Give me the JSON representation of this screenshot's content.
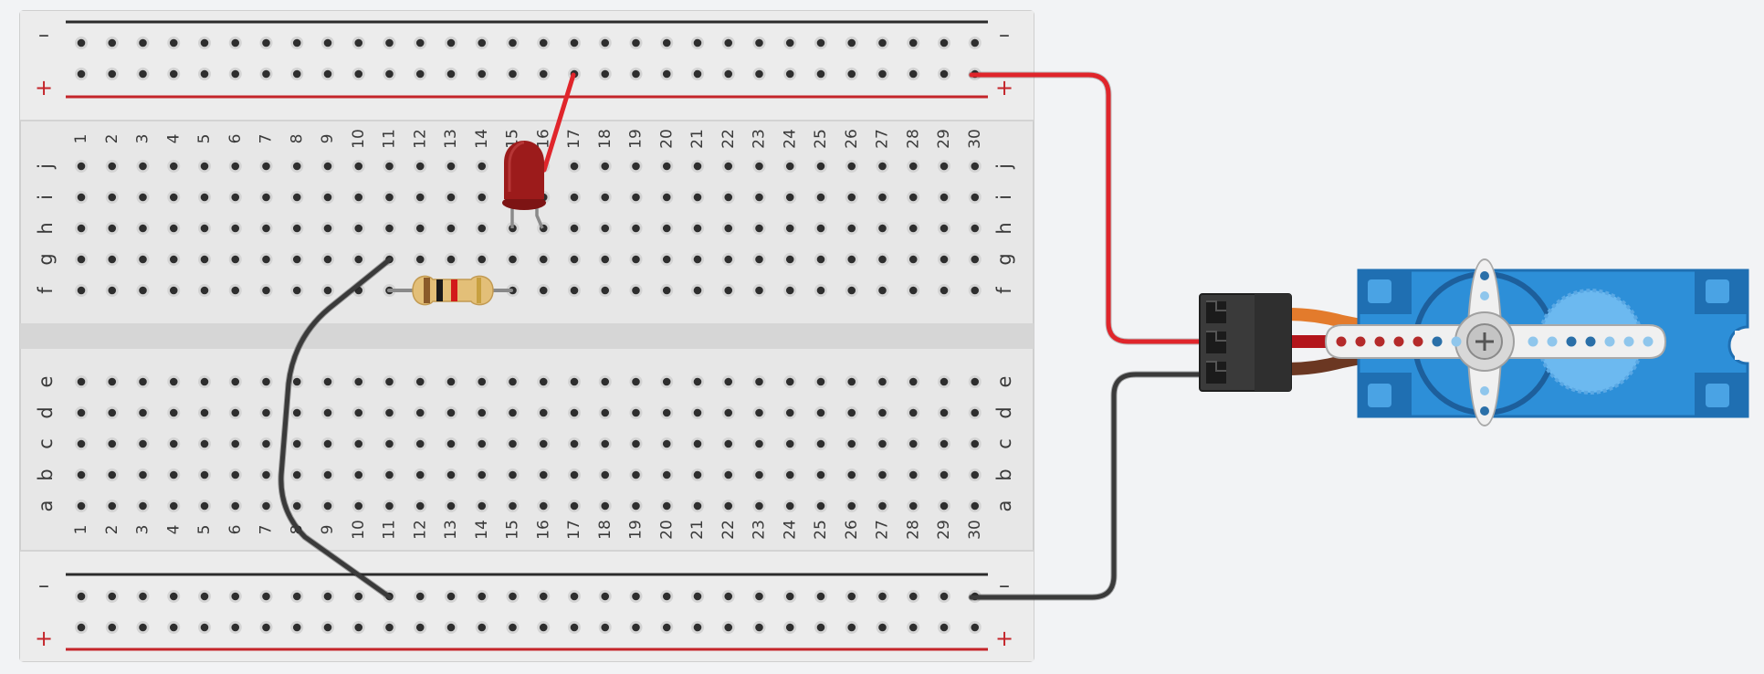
{
  "breadboard": {
    "columns": [
      "1",
      "2",
      "3",
      "4",
      "5",
      "6",
      "7",
      "8",
      "9",
      "10",
      "11",
      "12",
      "13",
      "14",
      "15",
      "16",
      "17",
      "18",
      "19",
      "20",
      "21",
      "22",
      "23",
      "24",
      "25",
      "26",
      "27",
      "28",
      "29",
      "30"
    ],
    "top_rows": [
      "j",
      "i",
      "h",
      "g",
      "f"
    ],
    "bottom_rows": [
      "e",
      "d",
      "c",
      "b",
      "a"
    ],
    "rail_minus": "–",
    "rail_plus": "+"
  },
  "components": {
    "led": {
      "color": "red"
    },
    "resistor": {
      "bands": [
        "#1a1a1a",
        "#d21a1a",
        "#c8a040"
      ]
    },
    "servo": {
      "connector": "3-pin",
      "lead_colors": [
        "#e37b2c",
        "#b3151b",
        "#6b3722"
      ],
      "arm_holes_left": [
        "#b42a2a",
        "#b42a2a",
        "#b42a2a",
        "#b42a2a",
        "#b42a2a",
        "#2a6fa8",
        "#8fc6ec"
      ],
      "arm_holes_right": [
        "#8fc6ec",
        "#8fc6ec",
        "#2a6fa8",
        "#2a6fa8",
        "#8fc6ec",
        "#8fc6ec",
        "#8fc6ec"
      ]
    }
  },
  "wires": {
    "power": "#e0252b",
    "ground": "#333333"
  },
  "colors": {
    "board": "#e7e7e7",
    "rail_red": "#c4252a",
    "rail_black": "#2b2b2b",
    "servo_blue": "#2d8fd8",
    "servo_blue_dark": "#1f6fb2"
  }
}
